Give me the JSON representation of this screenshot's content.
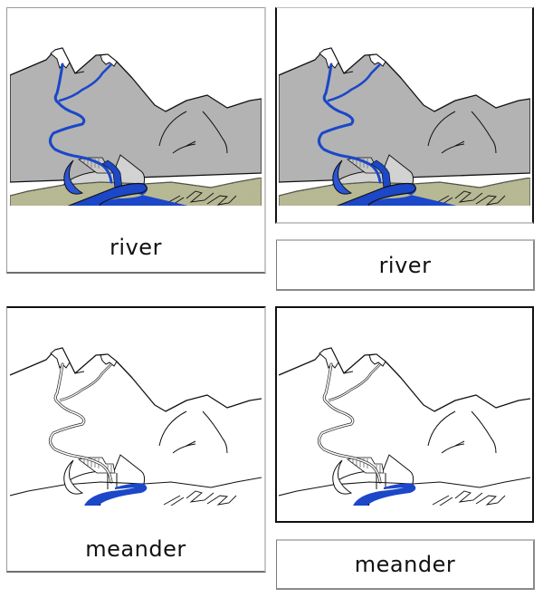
{
  "cards": {
    "river": {
      "control_label": "river",
      "label_card": "river",
      "picture_alt": "colored illustration of a river flowing from snowy mountains",
      "illustration": "river-colored"
    },
    "meander": {
      "control_label": "meander",
      "label_card": "meander",
      "picture_alt": "line drawing with the meander section highlighted in blue",
      "illustration": "meander-highlight"
    }
  },
  "colors": {
    "water": "#1b47c8",
    "mountain": "#b3b3b3",
    "grass": "#b4b58e",
    "rock": "#d2d2d2",
    "snow": "#ffffff",
    "outline": "#111111"
  }
}
